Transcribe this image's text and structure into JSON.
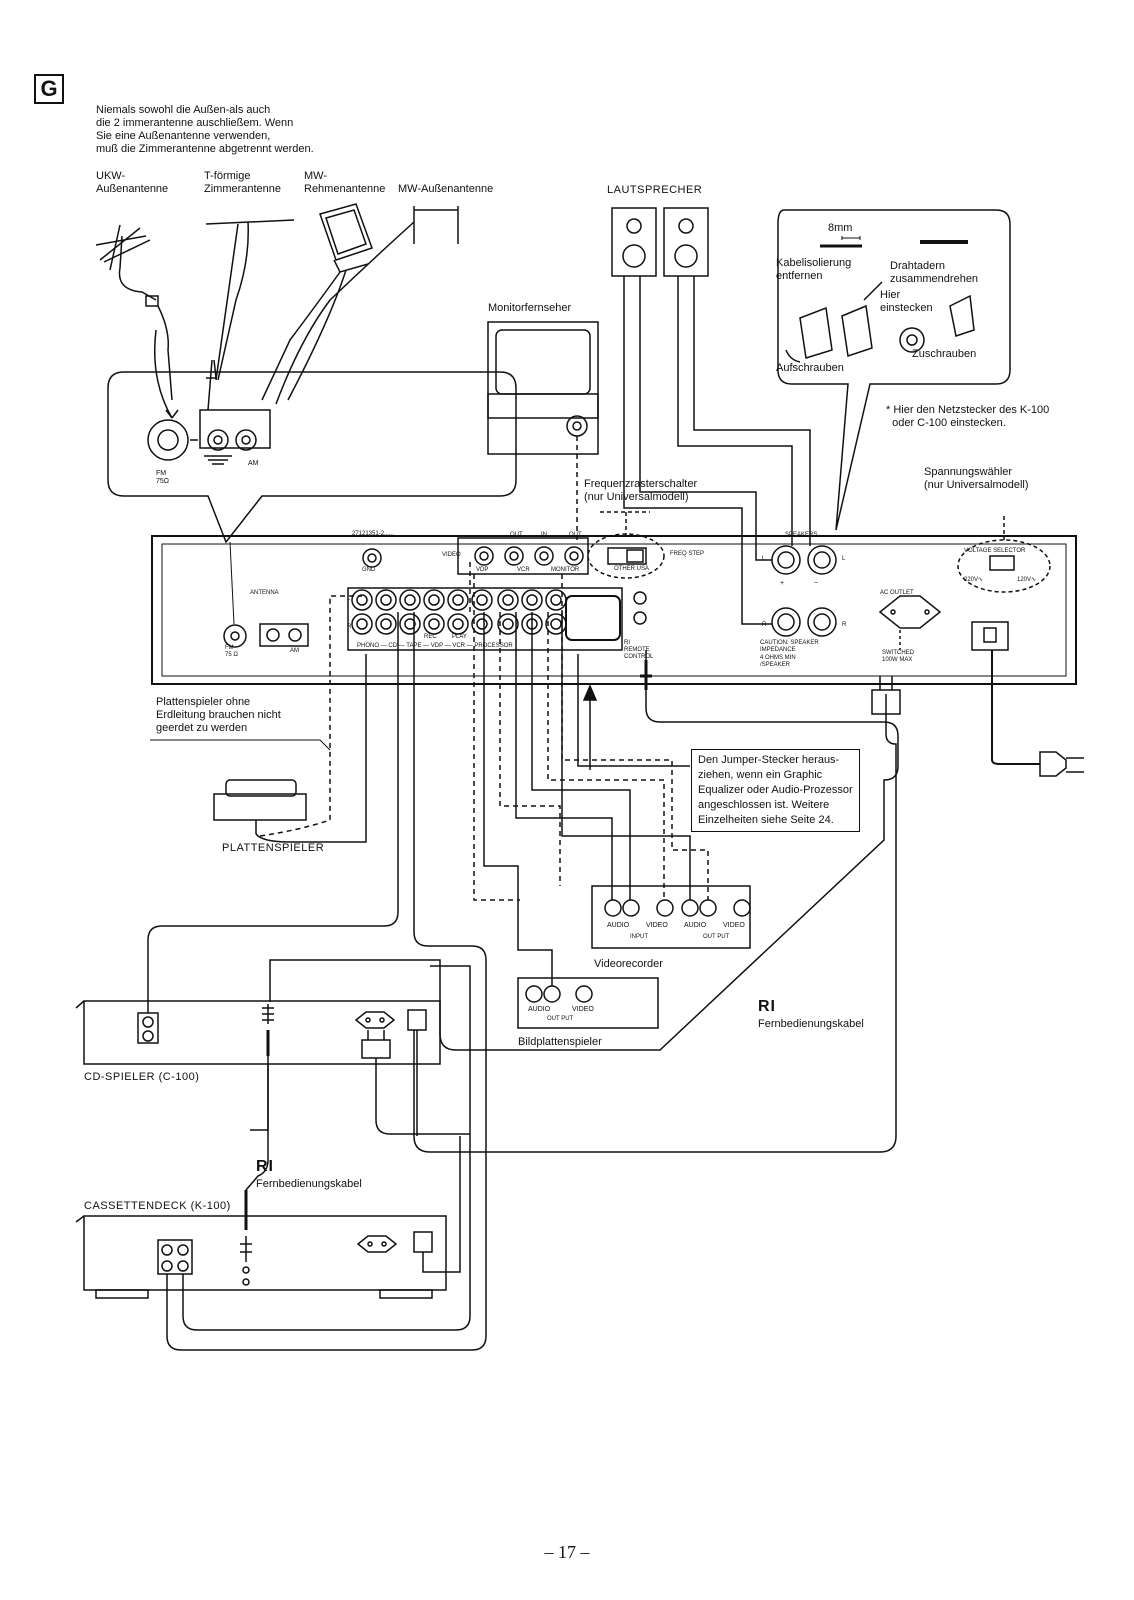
{
  "section_letter": "G",
  "page_number": "– 17 –",
  "antenna": {
    "note": "Niemals sowohl die Außen-als auch\ndie 2 immerantenne auschließem. Wenn\nSie eine Außenantenne verwenden,\nmuß die Zimmerantenne abgetrennt werden.",
    "ukw_label": "UKW-\nAußenantenne",
    "t_label": "T-förmige\nZimmerantenne",
    "mw_rahmen_label": "MW-\nRehmenantenne",
    "mw_aussen_label": "MW-Außenantenne",
    "fm_label": "FM\n75Ω",
    "am_label": "AM",
    "panel_antenna": "ANTENNA",
    "panel_fm": "FM\n75 Ω",
    "panel_am": "AM"
  },
  "speakers": {
    "title": "LAUTSPRECHER",
    "strip_length": "8mm",
    "step1": "Kabelisolierung\nentfernen",
    "step2": "Drahtadern\nzusammendrehen",
    "step3": "Hier\neinstecken",
    "step4": "Zuschrauben",
    "step5": "Aufschrauben"
  },
  "monitor": {
    "title": "Monitorfernseher"
  },
  "mains_note": "* Hier den Netzstecker des K-100\n  oder C-100 einstecken.",
  "voltage_title": "Spannungswähler\n(nur Universalmodell)",
  "freq_title": "Frequenzrasterschalter\n(nur Universalmodell)",
  "receiver": {
    "serial": "27121351-2......",
    "gnd": "GND",
    "video": "VIDEO",
    "out": "OUT",
    "in": "IN",
    "vdp": "VDP",
    "vcr": "VCR",
    "monitor": "MONITOR",
    "freq_step": "FREQ STEP",
    "other_usa": "OTHER USA",
    "speakers": "SPEAKERS",
    "caution": "CAUTION: SPEAKER\nIMPEDANCE",
    "caution_small": "4 OHMS MIN\n/SPEAKER",
    "ac_outlet": "AC OUTLET",
    "switched": "SWITCHED\n100W MAX",
    "voltage_selector": "VOLTAGE SELECTOR",
    "v220": "220V∿",
    "v120": "120V∿",
    "phono_row": "PHONO — CD — TAPE — VDP — VCR — PROCESSOR",
    "rec": "REC",
    "play": "PLAY",
    "ri_remote": "RI\nREMOTE\nCONTROL",
    "l": "L",
    "r": "R",
    "plus": "+",
    "minus": "−"
  },
  "turntable": {
    "note": "Plattenspieler ohne\nErdleitung brauchen nicht\ngeerdet zu werden",
    "title": "PLATTENSPIELER"
  },
  "jumper_note": "Den Jumper-Stecker heraus-\nziehen, wenn ein Graphic\nEqualizer oder Audio-Prozessor\nangeschlossen ist. Weitere\nEinzelheiten siehe Seite 24.",
  "vcr": {
    "title": "Videorecorder",
    "audio": "AUDIO",
    "video": "VIDEO",
    "input": "INPUT",
    "output": "OUT PUT"
  },
  "vdp": {
    "title": "Bildplattenspieler",
    "audio": "AUDIO",
    "video": "VIDEO",
    "output": "OUT PUT"
  },
  "cd": {
    "title": "CD-SPIELER (C-100)"
  },
  "cassette": {
    "title": "CASSETTENDECK (K-100)"
  },
  "ri_logo": "RI",
  "ri_cable_1": "Fernbedienungskabel",
  "ri_cable_2": "Fernbedienungskabel"
}
